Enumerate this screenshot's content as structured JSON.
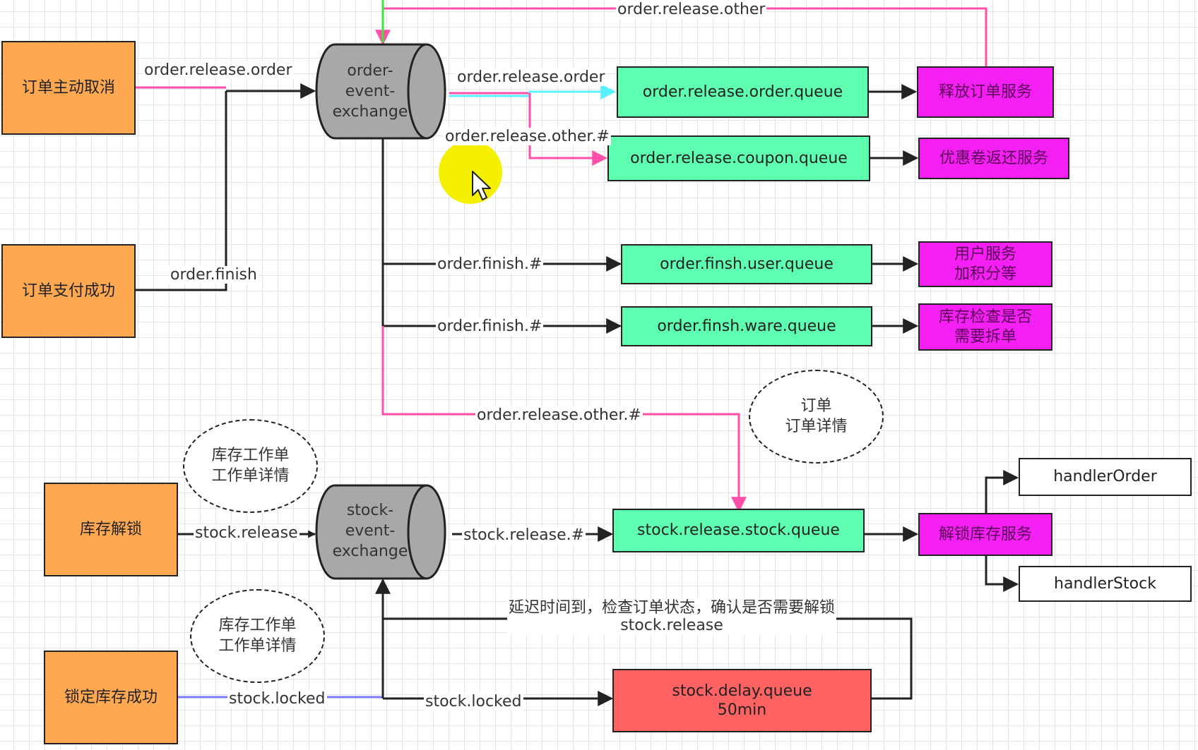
{
  "exchanges": {
    "order": "order-\nevent-\nexchange",
    "stock": "stock-\nevent-\nexchange"
  },
  "sources": {
    "cancel": "订单主动取消",
    "pay_success": "订单支付成功",
    "stock_unlock": "库存解锁",
    "lock_success": "锁定库存成功"
  },
  "queues": {
    "release_order": "order.release.order.queue",
    "release_coupon": "order.release.coupon.queue",
    "finish_user": "order.finsh.user.queue",
    "finish_ware": "order.finsh.ware.queue",
    "release_stock": "stock.release.stock.queue",
    "delay": "stock.delay.queue\n50min"
  },
  "services": {
    "release_order": "释放订单服务",
    "coupon_return": "优惠卷返还服务",
    "user_points": "用户服务\n加积分等",
    "stock_check": "库存检查是否\n需要拆单",
    "unlock_stock": "解锁库存服务",
    "handler_order": "handlerOrder",
    "handler_stock": "handlerStock"
  },
  "notes": {
    "order": "订单\n订单详情",
    "stock_work_1": "库存工作单\n工作单详情",
    "stock_work_2": "库存工作单\n工作单详情"
  },
  "edge_labels": {
    "release_other_top": "order.release.other",
    "cancel_to_exchange": "order.release.order",
    "exchange_to_order_queue": "order.release.order",
    "exchange_to_coupon": "order.release.other.#",
    "finish_route": "order.finish",
    "finish_user": "order.finish.#",
    "finish_ware": "order.finish.#",
    "release_other_stock": "order.release.other.#",
    "stock_release_in": "stock.release",
    "stock_release_out": "stock.release.#",
    "stock_locked_in": "stock.locked",
    "stock_locked_out": "stock.locked",
    "delay_feedback": "延迟时间到，检查订单状态，确认是否需要解锁\nstock.release"
  },
  "colors": {
    "source_fill": "#ffa852",
    "queue_fill": "#5effb0",
    "service_fill": "#f41ff2",
    "delay_queue_fill": "#ff6262",
    "exchange_fill": "#a8a8a8",
    "pink_line": "#ff4fa8",
    "cyan_line": "#59f0ff",
    "blue_line": "#7b7bff",
    "green_line": "#37e837",
    "cursor_highlight": "#f5f000"
  },
  "pointer": "cursor-arrow"
}
